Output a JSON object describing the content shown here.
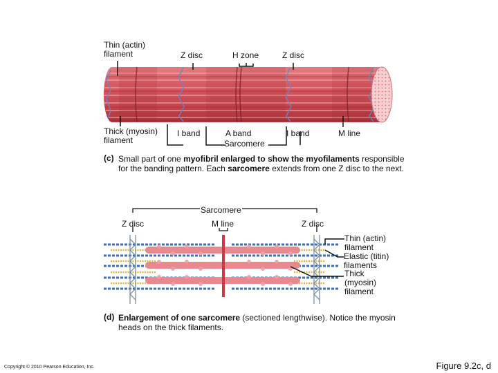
{
  "top_labels": {
    "thin_filament": "Thin (actin)\nfilament",
    "z_disc_left": "Z disc",
    "h_zone": "H zone",
    "z_disc_right": "Z disc",
    "thick_filament": "Thick (myosin)\nfilament",
    "i_band_left": "I band",
    "a_band": "A band",
    "sarcomere": "Sarcomere",
    "i_band_right": "I band",
    "m_line": "M line"
  },
  "caption_c": {
    "letter": "(c)",
    "part1": "Small part of one ",
    "bold1": "myofibril enlarged to show the myofilaments",
    "part2": " responsible for the banding pattern. Each ",
    "bold2": "sarcomere",
    "part3": " extends from one Z disc to the next."
  },
  "bottom_labels": {
    "sarcomere": "Sarcomere",
    "z_disc_left": "Z disc",
    "m_line": "M line",
    "z_disc_right": "Z disc",
    "thin_filament": "Thin (actin)\nfilament",
    "elastic_filaments": "Elastic (titin)\nfilaments",
    "thick_filament": "Thick\n(myosin)\nfilament"
  },
  "caption_d": {
    "letter": "(d)",
    "bold1": "Enlargement of one sarcomere",
    "part1": " (sectioned lengthwise). Notice the myosin heads on the thick filaments."
  },
  "footer": {
    "copyright": "Copyright © 2010 Pearson Education, Inc.",
    "figure": "Figure 9.2c, d"
  },
  "colors": {
    "myofibril": "#d9595f",
    "myofibril_dark": "#b8343c",
    "myofibril_light": "#f4b3b5",
    "end_face": "#f6cfd0",
    "zdisc": "#6a86c8",
    "actin": "#3a6fb6",
    "myosin": "#e8898f",
    "titin": "#e0b343"
  }
}
